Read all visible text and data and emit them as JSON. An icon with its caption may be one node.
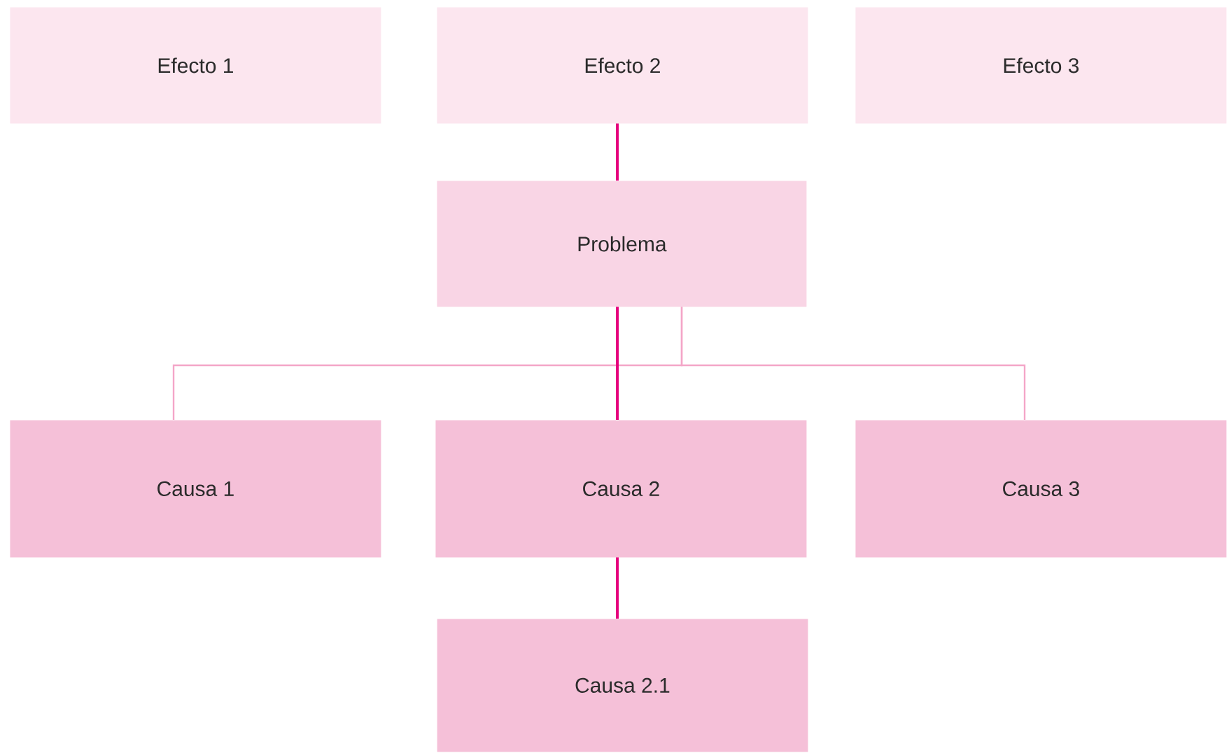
{
  "diagram": {
    "nodes": [
      {
        "text": [
          "Efecto 1"
        ]
      },
      {
        "text": [
          "Efecto 2"
        ]
      },
      {
        "text": [
          "Efecto 3"
        ]
      },
      {
        "text": [
          "Problema"
        ]
      },
      {
        "text": [
          "Causa 1"
        ]
      },
      {
        "text": [
          "Causa 2"
        ]
      },
      {
        "text": [
          "Causa 3"
        ]
      },
      {
        "text": [
          "Causa 2.1"
        ]
      }
    ],
    "edges": [
      {
        "from": 1,
        "to": 3,
        "arrow": "none"
      },
      {
        "from": 3,
        "to": 5,
        "arrow": "none"
      },
      {
        "from": 3,
        "to": 4,
        "arrow": "none",
        "color": "#f4a6c8"
      },
      {
        "from": 3,
        "to": 6,
        "arrow": "none",
        "color": "#f4a6c8"
      },
      {
        "from": 5,
        "to": 7,
        "arrow": "none"
      }
    ]
  }
}
